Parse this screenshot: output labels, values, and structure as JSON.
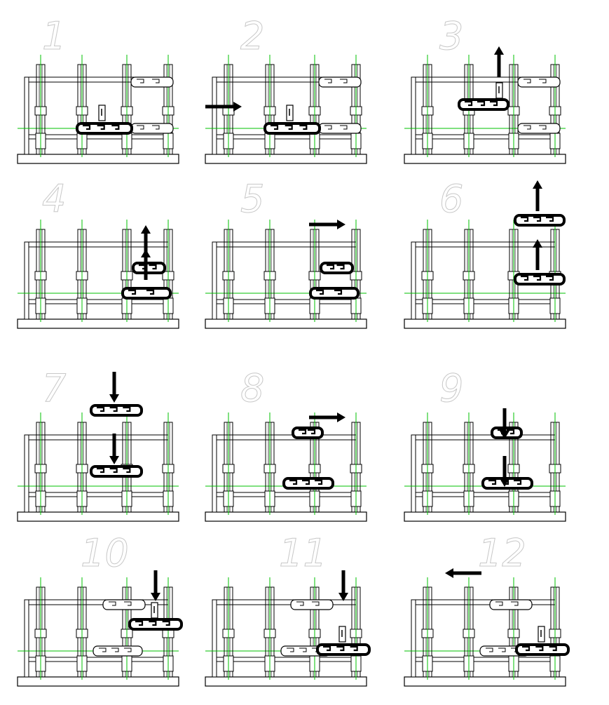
{
  "diagram": {
    "colors": {
      "line": "#000000",
      "guide": "#00c000",
      "highlight": "#000000",
      "ghost": "#ffffff",
      "number": "#c8c8c8"
    },
    "steps": [
      {
        "number": "1",
        "moved": "lower",
        "arrows": [],
        "ghosts": [
          "upper-right",
          "lower-right"
        ],
        "marker": true
      },
      {
        "number": "2",
        "moved": "lower",
        "arrows": [
          {
            "dir": "right",
            "at": "side"
          }
        ],
        "ghosts": [
          "upper-right",
          "lower-right"
        ],
        "marker": true
      },
      {
        "number": "3",
        "moved": "lifted",
        "arrows": [
          {
            "dir": "up",
            "at": "lifted"
          }
        ],
        "ghosts": [
          "upper-right",
          "lower-right"
        ],
        "marker": true
      },
      {
        "number": "4",
        "moved": "right-pair",
        "arrows": [
          {
            "dir": "up",
            "at": "upper-right"
          },
          {
            "dir": "up",
            "at": "lower-right"
          }
        ],
        "ghosts": [],
        "marker": false
      },
      {
        "number": "5",
        "moved": "right-pair",
        "arrows": [
          {
            "dir": "right",
            "at": "top"
          }
        ],
        "ghosts": [],
        "marker": false
      },
      {
        "number": "6",
        "moved": "raised-pair",
        "arrows": [
          {
            "dir": "up",
            "at": "top-high"
          },
          {
            "dir": "up",
            "at": "mid"
          }
        ],
        "ghosts": [],
        "marker": false
      },
      {
        "number": "7",
        "moved": "drop-pair",
        "arrows": [
          {
            "dir": "down",
            "at": "top-left"
          },
          {
            "dir": "down",
            "at": "mid-left"
          }
        ],
        "ghosts": [],
        "marker": false
      },
      {
        "number": "8",
        "moved": "center-pair",
        "arrows": [
          {
            "dir": "right",
            "at": "top"
          }
        ],
        "ghosts": [],
        "marker": false
      },
      {
        "number": "9",
        "moved": "center-pair",
        "arrows": [
          {
            "dir": "down",
            "at": "top-mid"
          },
          {
            "dir": "down",
            "at": "mid-mid"
          }
        ],
        "ghosts": [],
        "marker": false
      },
      {
        "number": "10",
        "moved": "upper-right-wide",
        "arrows": [
          {
            "dir": "down",
            "at": "marker"
          }
        ],
        "ghosts": [
          "upper-left",
          "lower-left"
        ],
        "marker": true
      },
      {
        "number": "11",
        "moved": "lower-right-wide",
        "arrows": [
          {
            "dir": "down",
            "at": "marker"
          }
        ],
        "ghosts": [
          "upper-left",
          "lower-left"
        ],
        "marker": true
      },
      {
        "number": "12",
        "moved": "lower-right-wide",
        "arrows": [
          {
            "dir": "left",
            "at": "top-left"
          }
        ],
        "ghosts": [
          "upper-left",
          "lower-left"
        ],
        "marker": true
      }
    ]
  }
}
